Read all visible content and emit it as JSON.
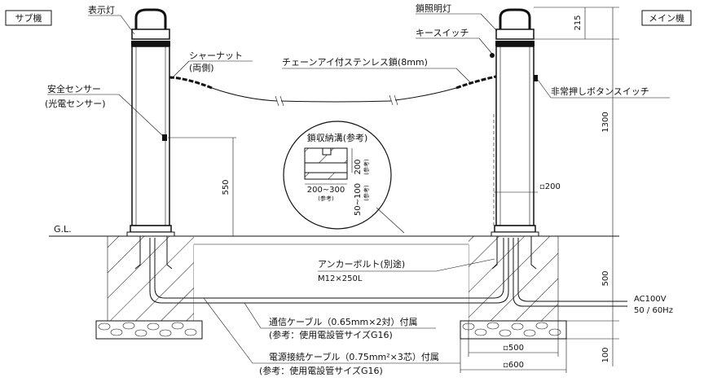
{
  "side_labels": {
    "left": "サブ機",
    "right": "メイン機"
  },
  "labels": {
    "display_light": "表示灯",
    "shear_nut_1": "シャーナット",
    "shear_nut_2": "(両側)",
    "safety_sensor_1": "安全センサー",
    "safety_sensor_2": "(光電センサー)",
    "chain_light": "鎖照明灯",
    "key_switch": "キースイッチ",
    "chain": "チェーンアイ付ステンレス鎖(8mm)",
    "emergency_switch": "非常押しボタンスイッチ",
    "chain_groove_title": "鎖収納溝(参考)",
    "groove_h": "200",
    "groove_h_ref": "(参考)",
    "groove_w": "200~300",
    "groove_w_ref": "(参考)",
    "groove_d": "50~100",
    "groove_d_ref": "(参考)",
    "gl": "G.L.",
    "anchor_bolt": "アンカーボルト(別途)",
    "anchor_size": "M12×250L",
    "comm_cable": "通信ケーブル（0.65mm×2対）付属",
    "comm_cable_ref": "(参考：使用電設管サイズG16)",
    "power_cable": "電源接続ケーブル（0.75mm²×3芯）付属",
    "power_cable_ref": "(参考：使用電設管サイズG16)",
    "ac_1": "AC100V",
    "ac_2": "50 / 60Hz"
  },
  "dimensions": {
    "d215": "215",
    "d1300": "1300",
    "d550": "550",
    "d200": "▫200",
    "d500_v": "500",
    "d100": "100",
    "d500_h": "▫500",
    "d600": "▫600"
  }
}
